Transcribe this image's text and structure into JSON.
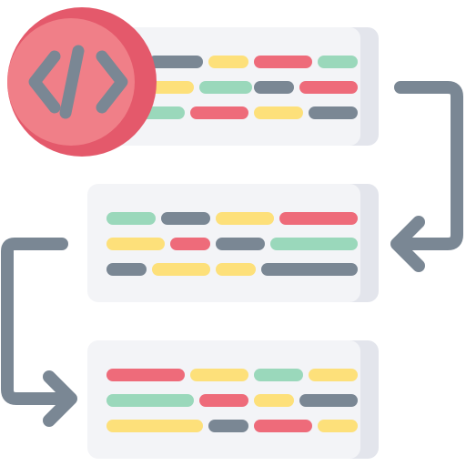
{
  "icon": {
    "name": "code-flow-illustration",
    "badge_icon": "code-brackets-icon",
    "arrow_icons": [
      "flow-arrow-right-down-left-icon",
      "flow-arrow-left-down-right-icon"
    ]
  },
  "colors": {
    "card": "#f3f4f7",
    "card_shadow": "#e3e5ec",
    "badge": "#f07f88",
    "badge_shade": "#e4596b",
    "glyph": "#7a8794",
    "arrow": "#7a8794",
    "pill_gray": "#7a8794",
    "pill_yellow": "#fde07a",
    "pill_red": "#ee6b7a",
    "pill_green": "#9ad8bb"
  },
  "cards": [
    {
      "rows": [
        [
          "gray",
          "yellow",
          "red",
          "green"
        ],
        [
          "yellow",
          "green",
          "gray",
          "red"
        ],
        [
          "green",
          "red",
          "yellow",
          "gray"
        ]
      ]
    },
    {
      "rows": [
        [
          "green",
          "gray",
          "yellow",
          "red"
        ],
        [
          "yellow",
          "red",
          "gray",
          "green"
        ],
        [
          "gray",
          "yellow",
          "yellow",
          "gray"
        ]
      ]
    },
    {
      "rows": [
        [
          "red",
          "yellow",
          "green",
          "yellow"
        ],
        [
          "green",
          "red",
          "yellow",
          "gray"
        ],
        [
          "yellow",
          "gray",
          "red",
          "yellow"
        ]
      ]
    }
  ]
}
